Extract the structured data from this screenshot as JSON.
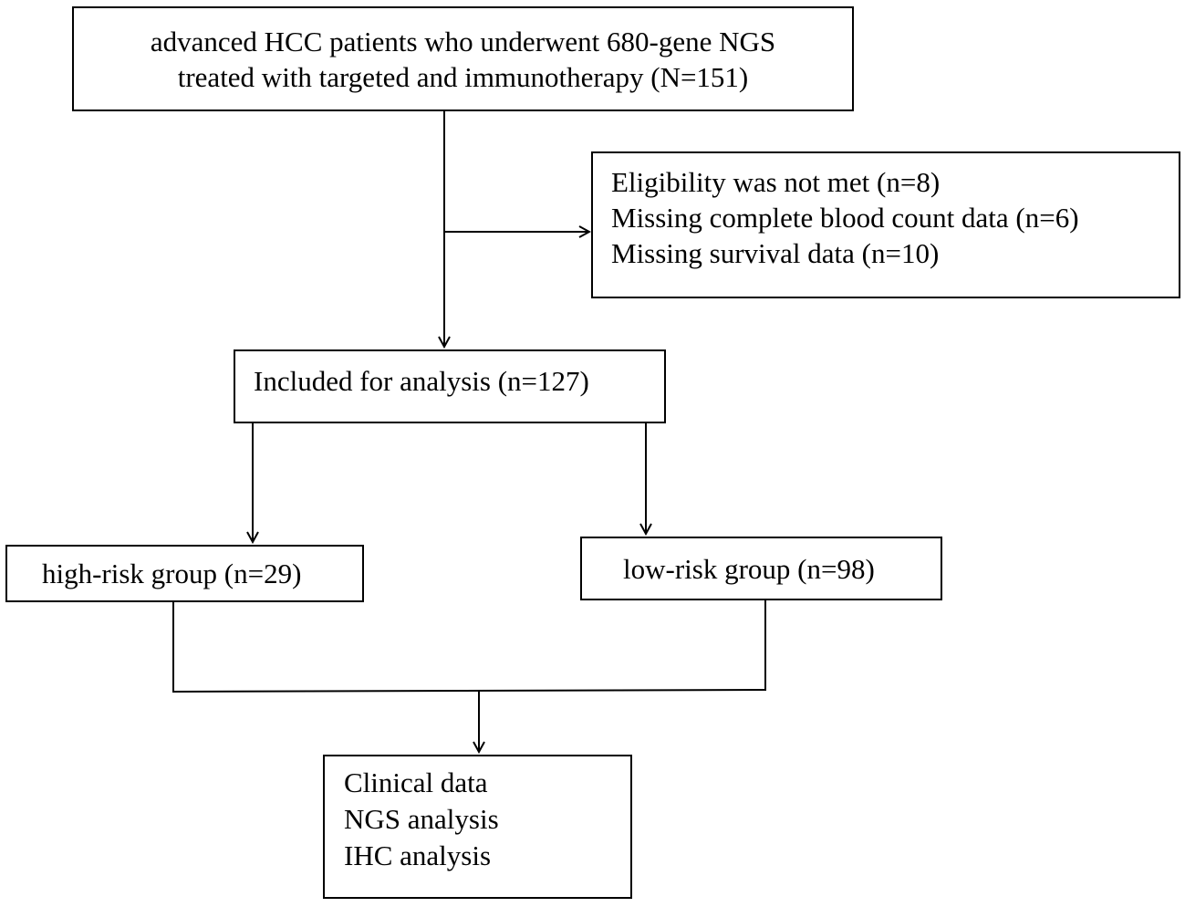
{
  "flowchart": {
    "start": {
      "lines": [
        "advanced HCC patients who underwent 680-gene NGS",
        "treated with targeted and immunotherapy (N=151)"
      ]
    },
    "excluded": {
      "lines": [
        "Eligibility was not met (n=8)",
        "Missing complete blood count data (n=6)",
        "Missing survival data (n=10)"
      ]
    },
    "included": {
      "label": "Included for analysis (n=127)"
    },
    "high_risk": {
      "label": "high-risk group (n=29)"
    },
    "low_risk": {
      "label": "low-risk group (n=98)"
    },
    "outcomes": {
      "lines": [
        "Clinical data",
        "NGS analysis",
        "IHC analysis"
      ]
    }
  },
  "style": {
    "line_color": "#000000",
    "box_border_color": "#000000",
    "background": "#ffffff"
  }
}
